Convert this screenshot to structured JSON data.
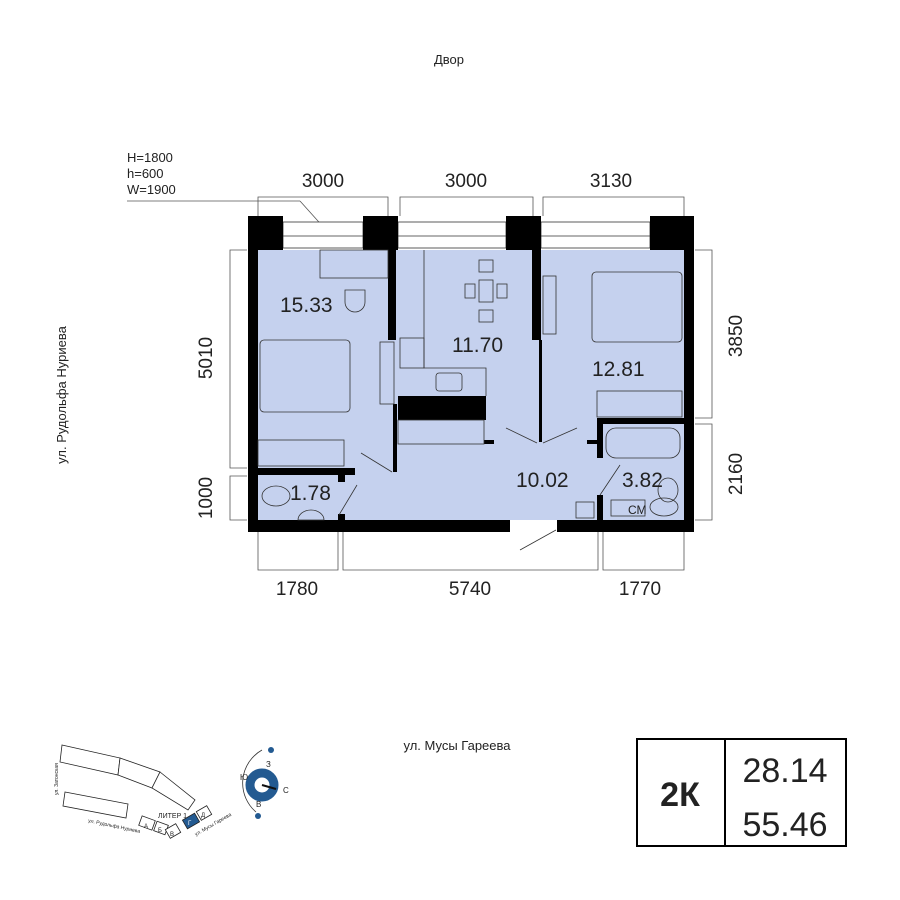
{
  "labels": {
    "yard": "Двор",
    "street_left": "ул. Рудольфа Нуриева",
    "street_bottom": "ул. Мусы Гареева"
  },
  "window_spec": {
    "H": "H=1800",
    "h": "h=600",
    "W": "W=1900"
  },
  "dimensions": {
    "top": [
      "3000",
      "3000",
      "3130"
    ],
    "left": [
      "5010",
      "1000"
    ],
    "right": [
      "3850",
      "2160"
    ],
    "bottom": [
      "1780",
      "5740",
      "1770"
    ]
  },
  "rooms": [
    {
      "name": "bedroom-1",
      "area": "15.33"
    },
    {
      "name": "kitchen",
      "area": "11.70"
    },
    {
      "name": "bedroom-2",
      "area": "12.81"
    },
    {
      "name": "hallway",
      "area": "10.02"
    },
    {
      "name": "toilet",
      "area": "1.78"
    },
    {
      "name": "bathroom",
      "area": "3.82"
    }
  ],
  "appliance": {
    "washer": "СМ"
  },
  "site_map": {
    "building": "ЛИТЕР 1",
    "sections": [
      "А",
      "Б",
      "В",
      "Г",
      "Д"
    ],
    "highlight": "Г",
    "street_a": "ул. Затонская",
    "street_b": "ул. Рудольфа Нуриева",
    "street_c": "ул. Мусы Гареева"
  },
  "compass": {
    "north": "С",
    "south": "Ю",
    "east": "В",
    "west": "З"
  },
  "summary": {
    "type": "2К",
    "living_area": "28.14",
    "total_area": "55.46"
  },
  "colors": {
    "room_fill": "#c5d1ee",
    "wall": "#000000",
    "highlight": "#235a91"
  }
}
